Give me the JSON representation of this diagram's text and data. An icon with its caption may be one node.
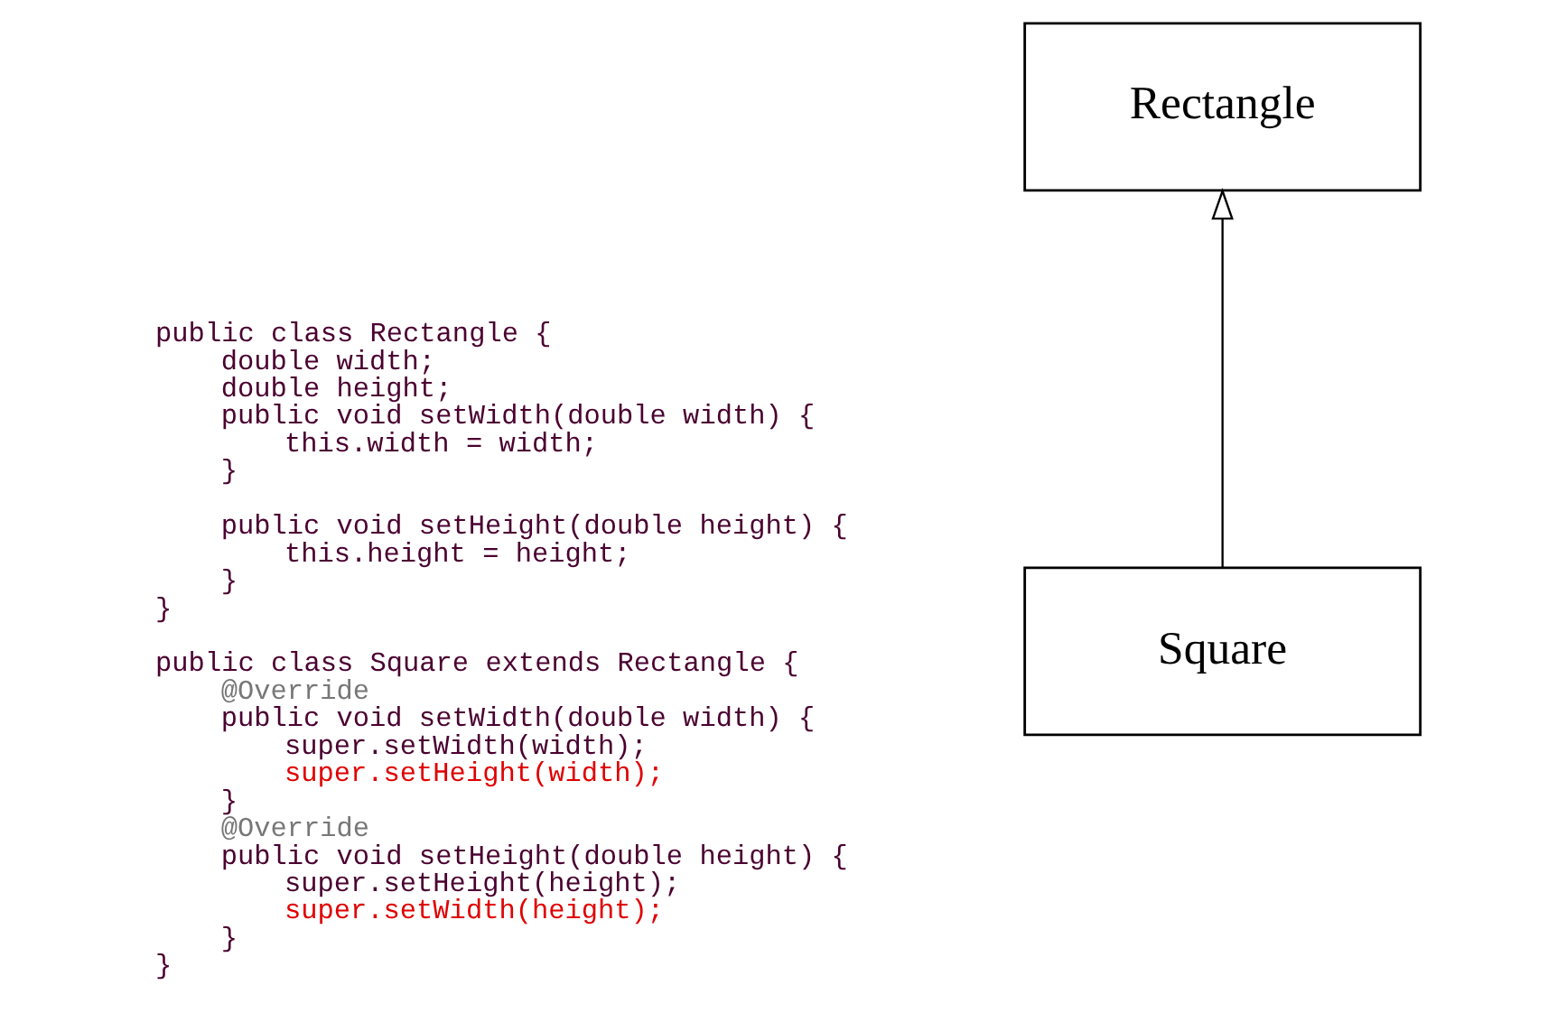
{
  "diagram": {
    "nodes": [
      {
        "text": [
          "Rectangle"
        ]
      },
      {
        "text": [
          "Square"
        ]
      }
    ],
    "edges": [
      {
        "from": 1,
        "to": 0,
        "arrow": "to"
      }
    ],
    "labels": [
      "public class Rectangle {",
      "double width;",
      "double height;",
      "public void setWidth(double width) {",
      "this.width = width;",
      "}",
      "public void setHeight(double height) {",
      "this.height = height;",
      "}",
      "}",
      "public class Square extends Rectangle {",
      "@Override",
      "public void setWidth(double width) {",
      "super.setWidth(width);",
      "super.setHeight(width);",
      "}",
      "@Override",
      "public void setHeight(double height) {",
      "super.setHeight(height);",
      "super.setWidth(height);",
      "}",
      "}"
    ]
  }
}
